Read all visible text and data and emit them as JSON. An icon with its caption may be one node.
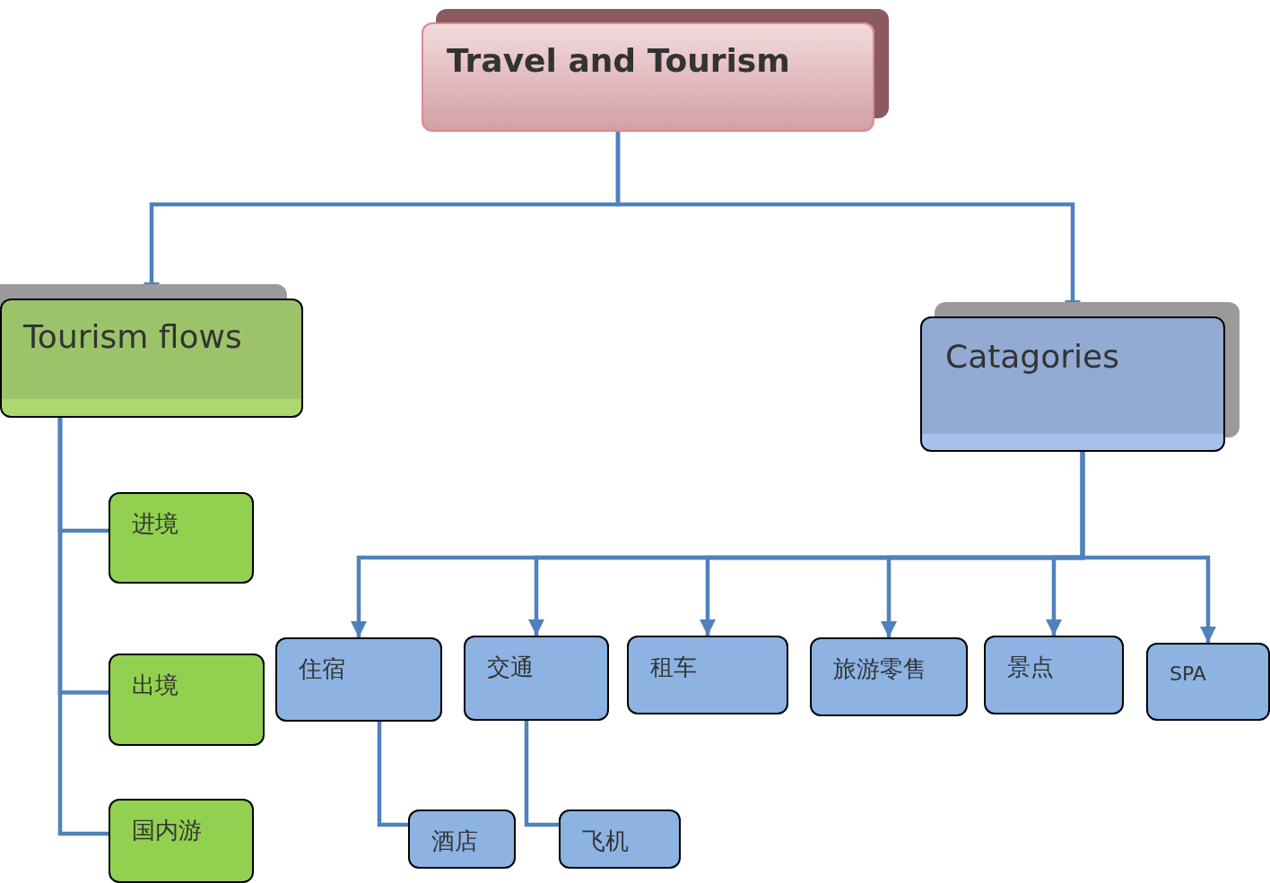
{
  "diagram": {
    "nodes": [
      {
        "text": [
          "Travel and Tourism"
        ]
      },
      {
        "text": [
          "Tourism flows"
        ]
      },
      {
        "text": [
          "Catagories"
        ]
      },
      {
        "text": [
          "进境"
        ]
      },
      {
        "text": [
          "出境"
        ]
      },
      {
        "text": [
          "国内游"
        ]
      },
      {
        "text": [
          "住宿"
        ]
      },
      {
        "text": [
          "交通"
        ]
      },
      {
        "text": [
          "租车"
        ]
      },
      {
        "text": [
          "旅游零售"
        ]
      },
      {
        "text": [
          "景点"
        ]
      },
      {
        "text": [
          "SPA"
        ]
      },
      {
        "text": [
          "酒店"
        ]
      },
      {
        "text": [
          "飞机"
        ]
      }
    ],
    "edges": [
      {
        "from": 0,
        "to": 1,
        "arrow": "to"
      },
      {
        "from": 0,
        "to": 2,
        "arrow": "to"
      },
      {
        "from": 1,
        "to": 3,
        "arrow": "none"
      },
      {
        "from": 1,
        "to": 4,
        "arrow": "none"
      },
      {
        "from": 1,
        "to": 5,
        "arrow": "none"
      },
      {
        "from": 2,
        "to": 6,
        "arrow": "to"
      },
      {
        "from": 2,
        "to": 7,
        "arrow": "to"
      },
      {
        "from": 2,
        "to": 8,
        "arrow": "to"
      },
      {
        "from": 2,
        "to": 9,
        "arrow": "to"
      },
      {
        "from": 2,
        "to": 10,
        "arrow": "to"
      },
      {
        "from": 2,
        "to": 11,
        "arrow": "to"
      },
      {
        "from": 6,
        "to": 12,
        "arrow": "none"
      },
      {
        "from": 7,
        "to": 13,
        "arrow": "none"
      }
    ]
  }
}
